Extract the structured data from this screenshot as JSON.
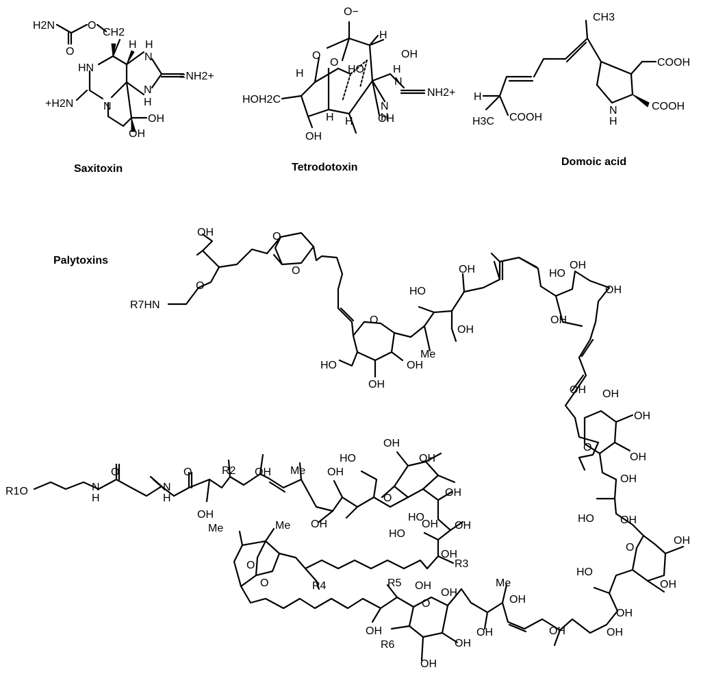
{
  "captions": {
    "saxitoxin": "Saxitoxin",
    "tetrodotoxin": "Tetrodotoxin",
    "domoic_acid": "Domoic acid",
    "palytoxins": "Palytoxins"
  },
  "saxitoxin_labels": {
    "h2n": "H2N",
    "o_ester": "O",
    "ch2": "CH2",
    "o_carbonyl": "O",
    "h_top": "H",
    "nh_left": "HN",
    "nh_right_top": "H",
    "n_right_top": "N",
    "nh2_plus": "=NH2+",
    "n_right_bottom": "N",
    "h_right_bottom": "H",
    "h2n_plus": "+H2N",
    "n_ring": "N",
    "oh_1": "OH",
    "oh_2": "OH"
  },
  "tetrodotoxin_labels": {
    "o_minus": "O−",
    "h_top": "H",
    "oh_top": "OH",
    "o_ring1": "O",
    "o_ring2": "O",
    "h_left": "H",
    "nh": "H",
    "n": "N",
    "nh2_plus": "NH2+",
    "hoh2c": "HOH2C",
    "n_bottom": "N",
    "h_bottom": "H",
    "oh_mid": "HO",
    "h_1": "H",
    "h_2": "H",
    "oh_bottom_left": "OH",
    "oh_bottom_right": "OH"
  },
  "domoic_labels": {
    "ch3": "CH3",
    "cooh_top": "COOH",
    "h": "H",
    "h3c": "H3C",
    "cooh_left": "COOH",
    "nh": "N",
    "h_nh": "H",
    "cooh_right": "COOH"
  },
  "palytoxin_labels": {
    "oh_thf": "OH",
    "o_thf": "O",
    "r7hn": "R7HN",
    "o_bicyclo1": "O",
    "o_bicyclo2": "O",
    "o_pyran1": "O",
    "ho_1": "HO",
    "oh_1": "OH",
    "ho_2": "HO",
    "oh_2": "OH",
    "oh_3": "OH",
    "me_1": "Me",
    "ho_3": "HO",
    "oh_4": "OH",
    "oh_5": "OH",
    "ho_4": "HO",
    "oh_6": "OH",
    "oh_7": "OH",
    "oh_8": "OH",
    "oh_9": "OH",
    "o_pyran2": "O",
    "oh_10": "OH",
    "oh_11": "OH",
    "oh_12": "OH",
    "ho_5": "HO",
    "oh_13": "OH",
    "o_pyran3": "O",
    "oh_14": "OH",
    "ho_6": "HO",
    "oh_15": "OH",
    "oh_16": "OH",
    "r1o": "R1O",
    "nh_1": "H",
    "n_1": "N",
    "o_amide1": "O",
    "n_2": "N",
    "h_2": "H",
    "o_amide2": "O",
    "r2": "R2",
    "oh_17": "OH",
    "me_2": "Me",
    "oh_18": "OH",
    "oh_19": "OH",
    "ho_7": "HO",
    "oh_20": "OH",
    "oh_21": "OH",
    "oh_22": "OH",
    "o_pyran4": "O",
    "ho_8": "HO",
    "oh_23": "OH",
    "oh_24": "OH",
    "oh_25": "OH",
    "oh_26": "OH",
    "r3": "R3",
    "oh_27": "OH",
    "me_3": "Me",
    "me_4": "Me",
    "o_b1": "O",
    "o_b2": "O",
    "r4": "R4",
    "r5": "R5",
    "oh_28": "OH",
    "o_pyran5": "O",
    "me_5": "Me",
    "r6": "R6",
    "oh_29": "OH",
    "oh_30": "OH",
    "oh_31": "OH",
    "oh_32": "OH",
    "oh_33": "OH",
    "oh_34": "OH",
    "oh_35": "OH"
  }
}
